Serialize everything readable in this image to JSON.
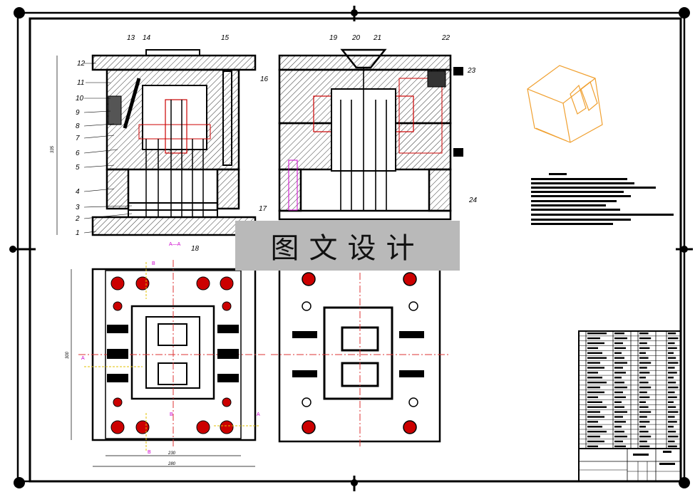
{
  "watermark": {
    "text": "图文设计"
  },
  "left_section_labels": [
    "12",
    "11",
    "10",
    "9",
    "8",
    "7",
    "6",
    "5",
    "4",
    "3",
    "2",
    "1"
  ],
  "top_labels_left": [
    "13",
    "14",
    "15",
    "16",
    "17",
    "18"
  ],
  "top_labels_right": [
    "19",
    "20",
    "21",
    "22",
    "23",
    "24"
  ],
  "section_mark": "A—A",
  "section_letters": [
    "A",
    "B"
  ],
  "dims": {
    "height_left": "335",
    "width_inner": "230",
    "width_outer": "280",
    "height_plan": "300"
  },
  "colors": {
    "line": "#000000",
    "hidden": "#cc0000",
    "center": "#dd3333",
    "iso_part": "#f0a030",
    "section": "#cc00cc",
    "mark": "#e0c000"
  },
  "icons": [
    "corner-dot-icon",
    "center-mark-icon",
    "isometric-part-icon"
  ]
}
